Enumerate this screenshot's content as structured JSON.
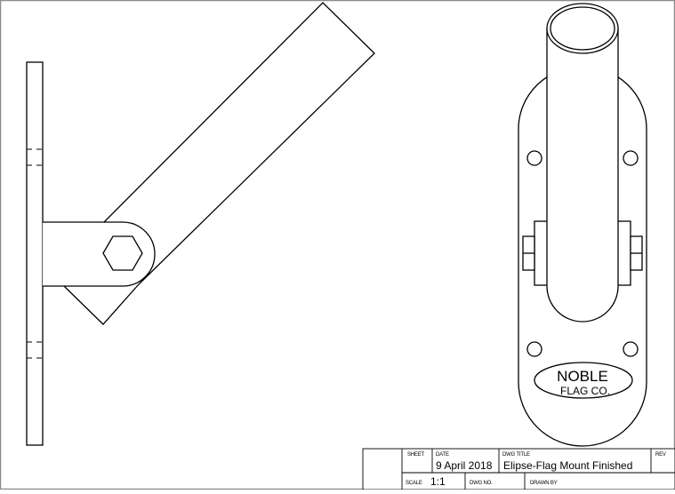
{
  "drawing": {
    "logo": {
      "line1": "NOBLE",
      "line2": "FLAG CO."
    },
    "views": {
      "side_view": "side-view-wall-mount-with-angled-arm",
      "front_view": "front-view-elliptical-plate-with-pole"
    }
  },
  "title_block": {
    "sheet_label": "SHEET",
    "sheet_value": "",
    "date_label": "DATE",
    "date_value": "9 April 2018",
    "dwg_title_label": "DWG TITLE",
    "dwg_title_value": "Elipse-Flag Mount Finished",
    "rev_label": "REV",
    "rev_value": "",
    "scale_label": "SCALE",
    "scale_value": "1:1",
    "dwg_no_label": "DWG NO.",
    "dwg_no_value": "",
    "drawn_by_label": "DRAWN BY",
    "drawn_by_value": ""
  },
  "colors": {
    "line": "#000000",
    "border": "#8c8c8c",
    "paper": "#ffffff"
  }
}
